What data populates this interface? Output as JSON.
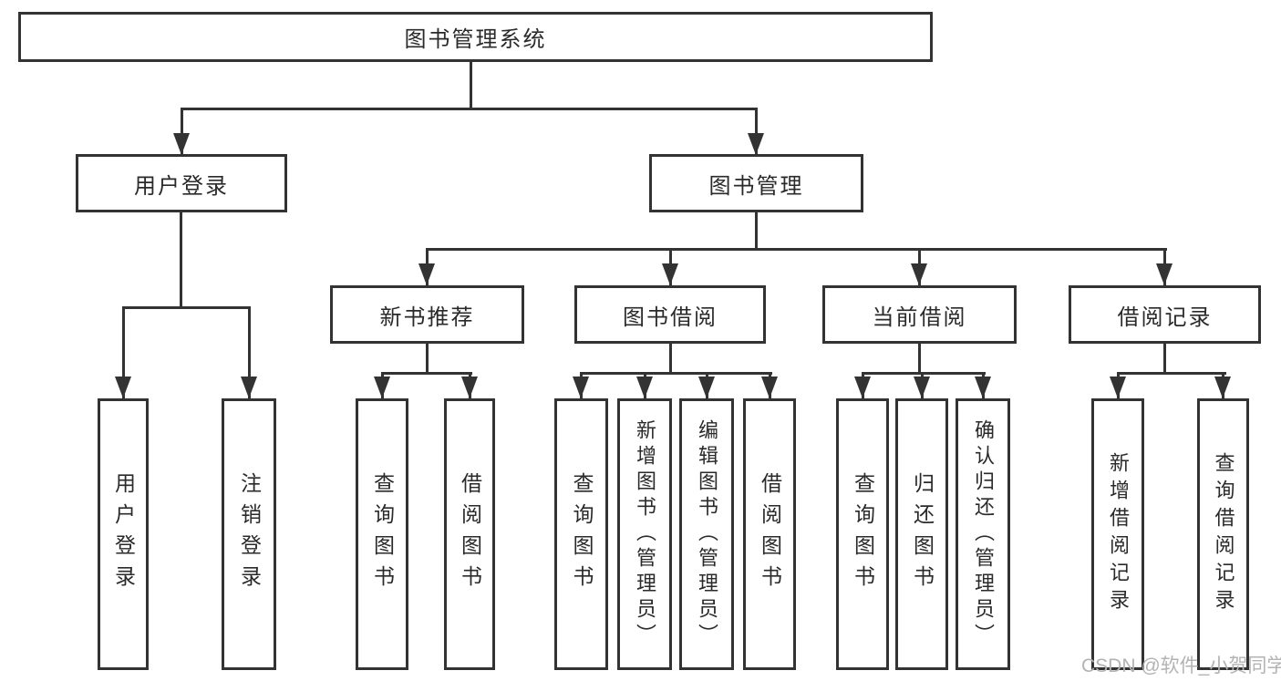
{
  "tree": {
    "label": "图书管理系统",
    "children": [
      {
        "label": "用户登录",
        "children": [
          {
            "label": "用户登录"
          },
          {
            "label": "注销登录"
          }
        ]
      },
      {
        "label": "图书管理",
        "children": [
          {
            "label": "新书推荐",
            "children": [
              {
                "label": "查询图书"
              },
              {
                "label": "借阅图书"
              }
            ]
          },
          {
            "label": "图书借阅",
            "children": [
              {
                "label": "查询图书"
              },
              {
                "label": "新增图书（管理员）"
              },
              {
                "label": "编辑图书（管理员）"
              },
              {
                "label": "借阅图书"
              }
            ]
          },
          {
            "label": "当前借阅",
            "children": [
              {
                "label": "查询图书"
              },
              {
                "label": "归还图书"
              },
              {
                "label": "确认归还（管理员）"
              }
            ]
          },
          {
            "label": "借阅记录",
            "children": [
              {
                "label": "新增借阅记录"
              },
              {
                "label": "查询借阅记录"
              }
            ]
          }
        ]
      }
    ]
  },
  "watermark": "CSDN @软件_小贺同学",
  "colors": {
    "line": "#333333",
    "text": "#2a2a2a",
    "background": "#ffffff",
    "watermark": "#b3b3b3"
  }
}
